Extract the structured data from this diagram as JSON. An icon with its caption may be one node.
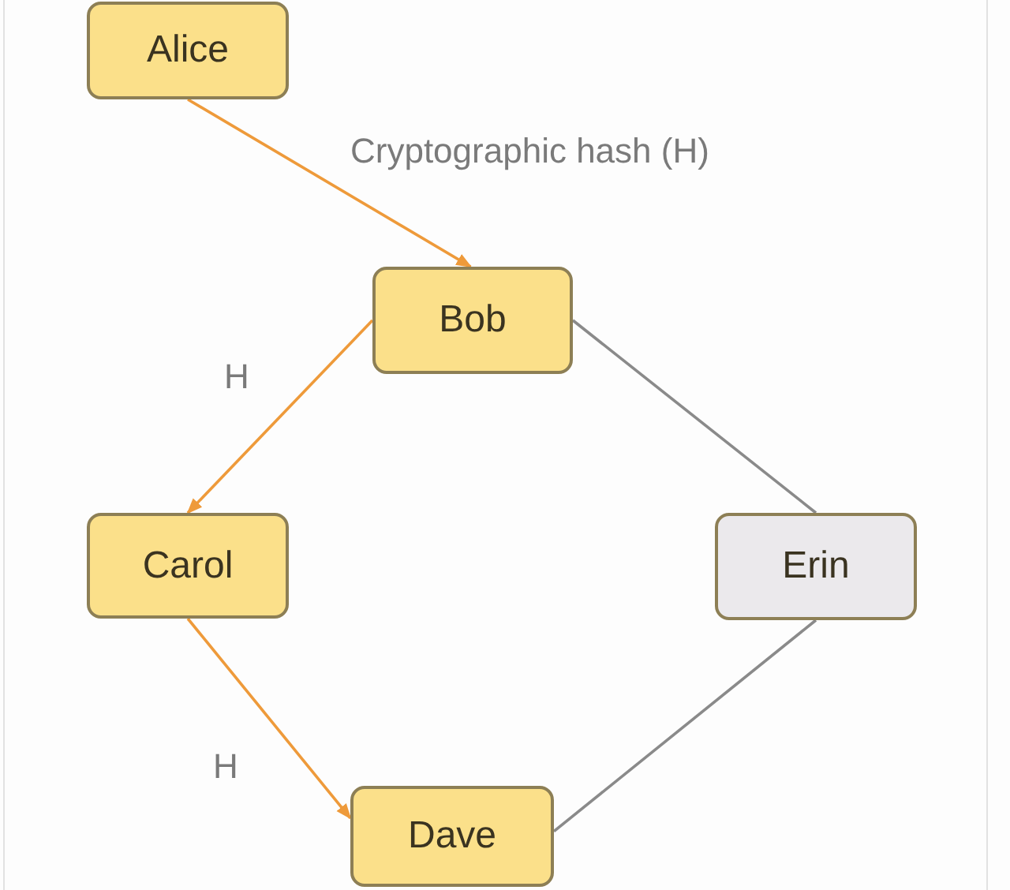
{
  "diagram": {
    "nodes": [
      {
        "text": [
          "Alice"
        ]
      },
      {
        "text": [
          "Bob"
        ]
      },
      {
        "text": [
          "Carol"
        ]
      },
      {
        "text": [
          "Erin"
        ]
      },
      {
        "text": [
          "Dave"
        ]
      }
    ],
    "edges": [
      {
        "from": 0,
        "to": 1,
        "arrow": "to",
        "label": "Cryptographic hash (H)"
      },
      {
        "from": 1,
        "to": 2,
        "arrow": "to",
        "label": "H"
      },
      {
        "from": 2,
        "to": 4,
        "arrow": "to",
        "label": "H"
      },
      {
        "from": 1,
        "to": 3,
        "arrow": "none",
        "color": "#8a8a8a"
      },
      {
        "from": 3,
        "to": 4,
        "arrow": "none",
        "color": "#8a8a8a"
      }
    ]
  }
}
